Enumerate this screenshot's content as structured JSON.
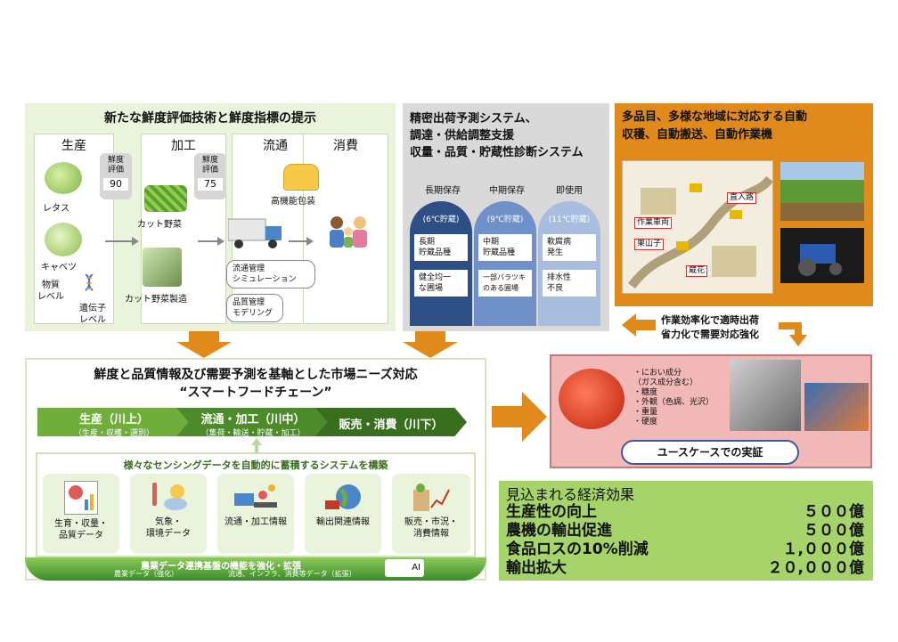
{
  "freshness": {
    "title": "新たな鮮度評価技術と鮮度指標の提示",
    "stages": [
      "生産",
      "加工",
      "流通",
      "消費"
    ],
    "badge_label": "鮮度\n評価",
    "badge_values": [
      "90",
      "75"
    ],
    "lettuce": "レタス",
    "cabbage": "キャベツ",
    "material_level": "物質\nレベル",
    "gene_level": "遺伝子\nレベル",
    "cut_vegetable": "カット野菜",
    "cut_vegetable_making": "カット野菜製造",
    "high_function_pack": "高機能包装",
    "dist_sim": "流通管理\nシミュレーション",
    "quality_model": "品質管理\nモデリング"
  },
  "forecast": {
    "title": "精密出荷予測システム、\n調達・供給調整支援\n収量・品質・貯蔵性診断システム",
    "columns": [
      {
        "head": "長期保存",
        "temp": "(6℃貯蔵)",
        "top": "長期\n貯蔵品種",
        "bottom": "健全均一\nな圃場",
        "color": "#2e4f86"
      },
      {
        "head": "中期保存",
        "temp": "(9℃貯蔵)",
        "top": "中期\n貯蔵品種",
        "bottom": "一部バラツキ\nのある圃場",
        "color": "#6f90c8"
      },
      {
        "head": "即使用",
        "temp": "(11℃貯蔵)",
        "top": "軟腐病\n発生",
        "bottom": "排水性\n不良",
        "color": "#a9bedf"
      }
    ]
  },
  "automation": {
    "title": "多品目、多様な地域に対応する自動\n収穫、自動搬送、自動作業機",
    "map_labels": [
      "作業車両",
      "果山子",
      "直入路",
      "蔵花"
    ]
  },
  "feedback_note": "作業効率化で適時出荷\n省力化で需要対応強化",
  "market": {
    "title": "鮮度と品質情報及び需要予測を基軸とした市場ニーズ対応",
    "subtitle": "“スマートフードチェーン”",
    "chain": [
      {
        "label": "生産（川上）",
        "sub": "（生産・収穫・選別）",
        "color": "#6fae3a"
      },
      {
        "label": "流通・加工（川中）",
        "sub": "（集荷・輸送・貯蔵・加工）",
        "color": "#4d8a2a"
      },
      {
        "label": "販売・消費（川下）",
        "sub": "",
        "color": "#3a6e1f"
      }
    ],
    "sensing_title": "様々なセンシングデータを自動的に蓄積するシステムを構築",
    "cards": [
      "生育・収量・\n品質データ",
      "気象・\n環境データ",
      "流通・加工情報",
      "輸出関連情報",
      "販売・市況・\n消費情報"
    ],
    "base_title": "農業データ連携基盤の機能を強化・拡張",
    "base_sub_left": "農業データ（強化）",
    "base_sub_right": "流通、インフラ、消費等データ（拡張）",
    "ai_label": "AI"
  },
  "usecase": {
    "list": [
      "・におい成分\n（ガス成分含む）",
      "・糖度",
      "・外観（色調、光沢）",
      "・重量",
      "・硬度"
    ],
    "button": "ユースケースでの実証"
  },
  "effects": {
    "title": "見込まれる経済効果",
    "rows": [
      {
        "label": "生産性の向上",
        "value": "５００億"
      },
      {
        "label": "農機の輸出促進",
        "value": "５００億"
      },
      {
        "label": "食品ロスの10%削減",
        "value": "１,０００億"
      },
      {
        "label": "輸出拡大",
        "value": "２０,０００億"
      }
    ]
  }
}
